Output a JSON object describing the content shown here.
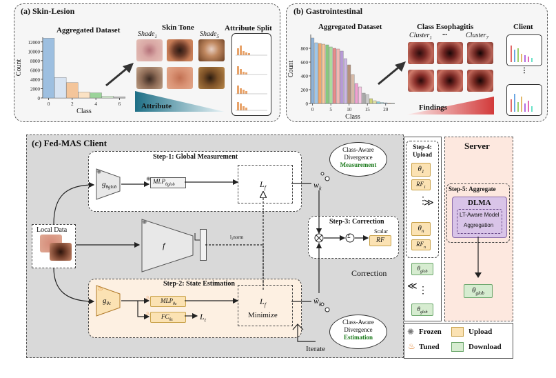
{
  "panel_a": {
    "title": "(a) Skin-Lesion",
    "aggregated_label": "Aggregated Dataset",
    "skin_tone_label": "Skin Tone",
    "shade_first": "Shade",
    "shade_first_sub": "1",
    "shade_last": "Shade",
    "shade_last_sub": "5",
    "attribute_split_label": "Attribute Split",
    "attribute_bar_label": "Attribute",
    "chart_ylabel": "Count",
    "chart_xlabel": "Class"
  },
  "panel_b": {
    "title": "(b) Gastrointestinal",
    "aggregated_label": "Aggregated Dataset",
    "class_label": "Class Esophagitis",
    "cluster_first": "Cluster",
    "cluster_first_sub": "1",
    "cluster_ellipsis": "...",
    "cluster_last": "Cluster",
    "cluster_last_sub": "7",
    "client_label": "Client",
    "findings_label": "Findings",
    "chart_ylabel": "Count",
    "chart_xlabel": "Class"
  },
  "panel_c": {
    "title": "(c) Fed-MAS Client",
    "step1": "Step-1: Global Measurement",
    "step2": "Step-2: State Estimation",
    "step3": "Step-3: Correction",
    "step4": "Step-4: Upload",
    "step5": "Step-5: Aggregate",
    "local_data": "Local Data",
    "g_glob": "g",
    "g_glob_sub": "θglob",
    "mlp_glob": "MLP",
    "mlp_glob_sub": "θglob",
    "f_label": "f",
    "f_frozen_tag": "Frozen",
    "l_fn": "L",
    "l_fn_sub": "f",
    "w_k": "w",
    "w_k_sub": "k",
    "w_hat_k": "ŵ",
    "w_hat_k_sub": "k",
    "g_c": "g",
    "g_c_sub": "θc",
    "mlp_c": "MLP",
    "mlp_c_sub": "θc",
    "fc_c": "FC",
    "fc_c_sub": "θc",
    "l_t": "L",
    "l_t_sub": "t",
    "l_f2": "L",
    "l_f2_sub": "f",
    "minimize": "Minimize",
    "iterate": "Iterate",
    "correction": "Correction",
    "scalar": "Scalar",
    "rf": "RF",
    "l_norm": "l₂norm",
    "cloud_top_line1": "Class-Aware",
    "cloud_top_line2": "Divergence",
    "cloud_top_line3": "Measurement",
    "cloud_bot_line1": "Class-Aware",
    "cloud_bot_line2": "Divergence",
    "cloud_bot_line3": "Estimation"
  },
  "upload_col": {
    "theta1": "θ",
    "theta1_sub": "1",
    "rf1": "RF",
    "rf1_sub": "1",
    "thetan": "θ",
    "thetan_sub": "n",
    "rfn": "RF",
    "rfn_sub": "n",
    "theta_glob": "θ",
    "theta_glob_sub": "glob"
  },
  "server": {
    "title": "Server",
    "dlma": "DLMA",
    "dlma_desc_1": "LT-Aware Model",
    "dlma_desc_2": "Aggregation",
    "theta_glob": "θ",
    "theta_glob_sub": "glob"
  },
  "legend": {
    "frozen": "Frozen",
    "tuned": "Tuned",
    "upload": "Upload",
    "download": "Download"
  },
  "colors": {
    "upload": "#fbe2b3",
    "download": "#d6ecd0",
    "server_bg": "#fde8df",
    "dlma": "#d9c4e8",
    "step2_bg": "#fdf0e2"
  },
  "chart_data": [
    {
      "type": "bar",
      "categories": [
        "0",
        "1",
        "2",
        "3",
        "4",
        "5",
        "6"
      ],
      "values": [
        12800,
        4400,
        3300,
        1300,
        1100,
        400,
        250
      ],
      "xlabel": "Class",
      "ylabel": "Count",
      "yticks": [
        0,
        2000,
        4000,
        6000,
        8000,
        10000,
        12000
      ],
      "xticks": [
        0,
        2,
        4,
        6
      ],
      "ylim": [
        0,
        13000
      ]
    },
    {
      "type": "bar",
      "categories": [
        "0",
        "1",
        "2",
        "3",
        "4",
        "5",
        "6",
        "7",
        "8",
        "9",
        "10",
        "11",
        "12",
        "13",
        "14",
        "15",
        "16",
        "17",
        "18",
        "19",
        "20",
        "21",
        "22"
      ],
      "values": [
        950,
        880,
        870,
        860,
        850,
        820,
        800,
        790,
        760,
        650,
        560,
        420,
        290,
        240,
        150,
        130,
        70,
        40,
        25,
        15,
        10,
        8,
        5
      ],
      "xlabel": "Class",
      "ylabel": "Count",
      "yticks": [
        0,
        200,
        400,
        600,
        800
      ],
      "xticks": [
        0,
        5,
        10,
        15,
        20
      ],
      "ylim": [
        0,
        1000
      ]
    }
  ]
}
